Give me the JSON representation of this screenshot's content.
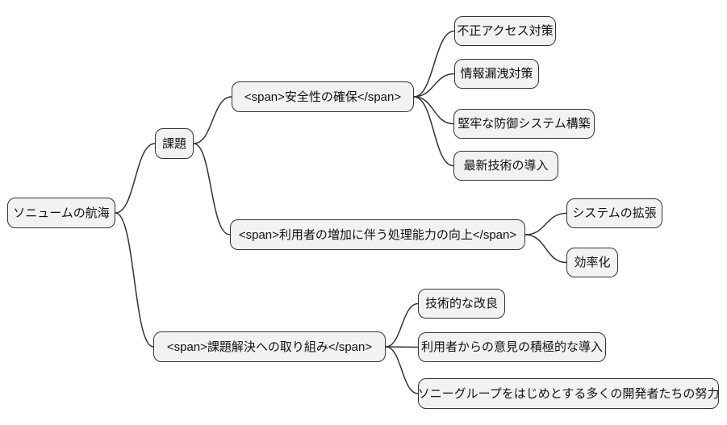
{
  "mindmap": {
    "root": {
      "label": "ソニュームの航海"
    },
    "branches": [
      {
        "label": "課題",
        "children": [
          {
            "label": "<span>安全性の確保</span>",
            "children": [
              {
                "label": "不正アクセス対策"
              },
              {
                "label": "情報漏洩対策"
              },
              {
                "label": "堅牢な防御システム構築"
              },
              {
                "label": "最新技術の導入"
              }
            ]
          },
          {
            "label": "<span>利用者の増加に伴う処理能力の向上</span>",
            "children": [
              {
                "label": "システムの拡張"
              },
              {
                "label": "効率化"
              }
            ]
          }
        ]
      },
      {
        "label": "<span>課題解決への取り組み</span>",
        "children": [
          {
            "label": "技術的な改良"
          },
          {
            "label": "利用者からの意見の積極的な導入"
          },
          {
            "label": "ソニーグループをはじめとする多くの開発者たちの努力"
          }
        ]
      }
    ],
    "colors": {
      "background": "#ffffff",
      "node_fill": "#f2f2f2",
      "node_border": "#333333",
      "connector": "#333333",
      "text": "#111111"
    }
  }
}
